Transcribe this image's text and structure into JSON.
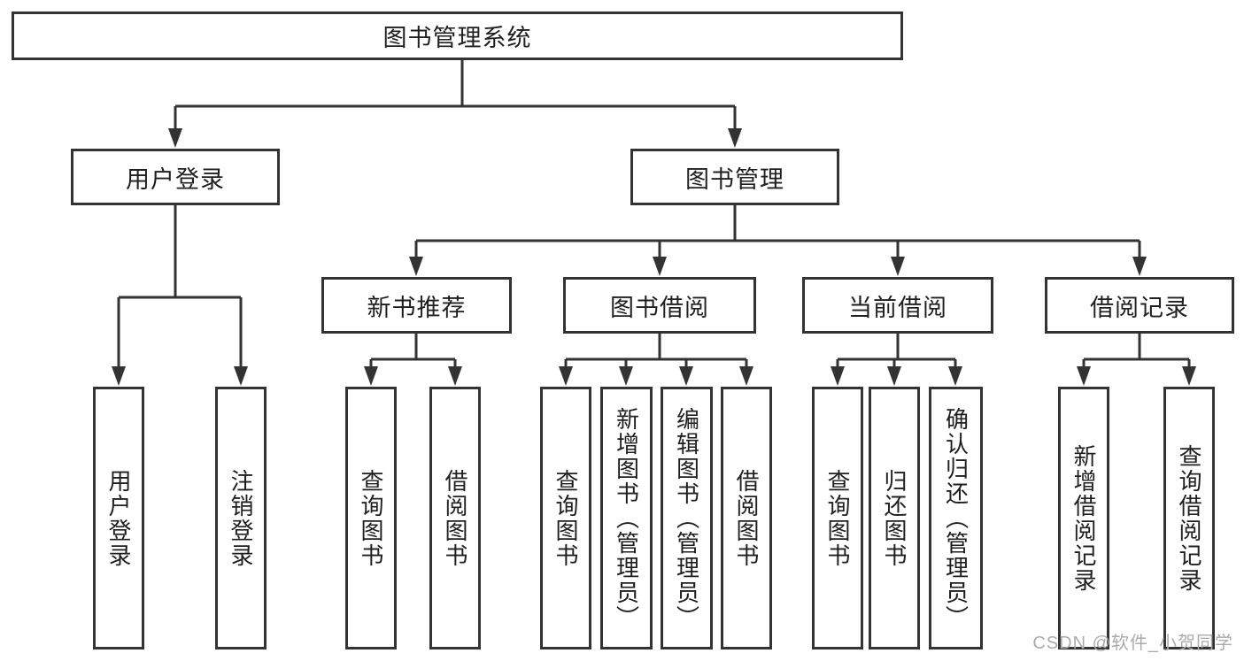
{
  "diagram": {
    "root": {
      "label": "图书管理系统"
    },
    "level2": [
      {
        "label": "用户登录"
      },
      {
        "label": "图书管理"
      }
    ],
    "level3": [
      {
        "label": "新书推荐"
      },
      {
        "label": "图书借阅"
      },
      {
        "label": "当前借阅"
      },
      {
        "label": "借阅记录"
      }
    ],
    "leaves": [
      {
        "label": "用户登录"
      },
      {
        "label": "注销登录"
      },
      {
        "label": "查询图书"
      },
      {
        "label": "借阅图书"
      },
      {
        "label": "查询图书"
      },
      {
        "label": "新增图书（管理员）"
      },
      {
        "label": "编辑图书（管理员）"
      },
      {
        "label": "借阅图书"
      },
      {
        "label": "查询图书"
      },
      {
        "label": "归还图书"
      },
      {
        "label": "确认归还（管理员）"
      },
      {
        "label": "新增借阅记录"
      },
      {
        "label": "查询借阅记录"
      }
    ],
    "colors": {
      "line": "#333333",
      "text": "#1f1f1f",
      "background": "#ffffff",
      "watermark": "#ababab"
    },
    "watermark": {
      "text": "CSDN @软件_小贺同学"
    }
  }
}
